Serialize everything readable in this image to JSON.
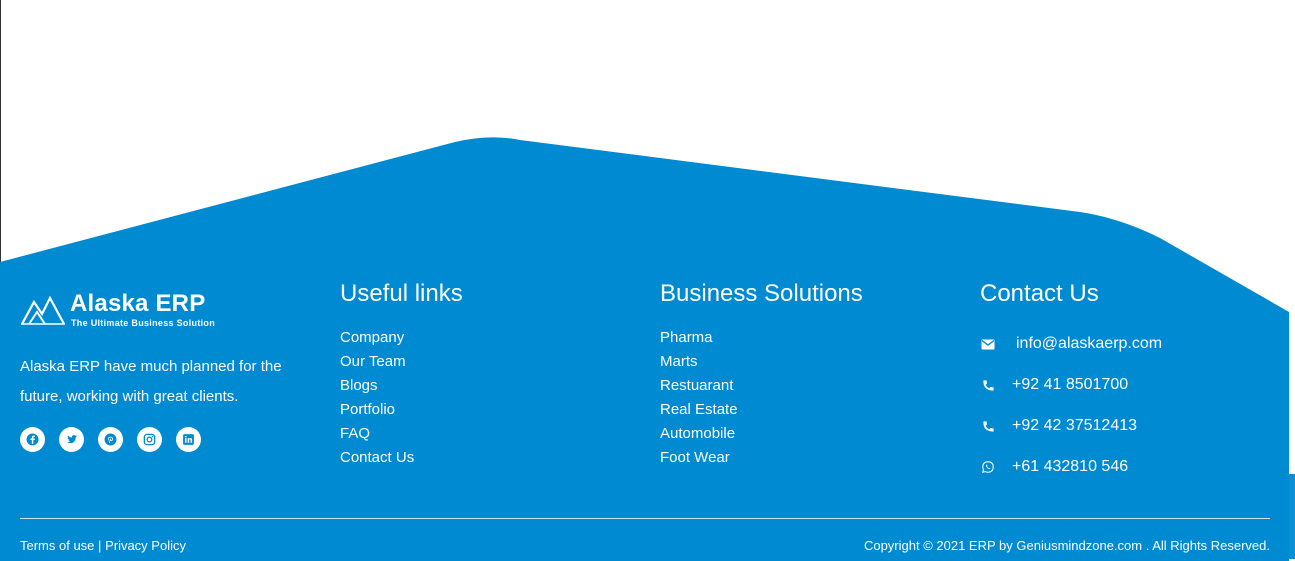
{
  "brand": {
    "name": "Alaska ERP",
    "tagline": "The Ultimate Business Solution",
    "description": "Alaska ERP have much planned for the future, working with great clients."
  },
  "colors": {
    "primary": "#008ad2",
    "text": "#ffffff"
  },
  "social": [
    {
      "icon": "facebook-icon"
    },
    {
      "icon": "twitter-icon"
    },
    {
      "icon": "pinterest-icon"
    },
    {
      "icon": "instagram-icon"
    },
    {
      "icon": "linkedin-icon"
    }
  ],
  "useful_links": {
    "title": "Useful links",
    "items": [
      "Company",
      "Our Team",
      "Blogs",
      "Portfolio",
      "FAQ",
      "Contact Us"
    ]
  },
  "business_solutions": {
    "title": "Business Solutions",
    "items": [
      "Pharma",
      "Marts",
      "Restuarant",
      "Real Estate",
      "Automobile",
      "Foot Wear"
    ]
  },
  "contact": {
    "title": "Contact Us",
    "items": [
      {
        "icon": "email-icon",
        "text": "info@alaskaerp.com"
      },
      {
        "icon": "phone-icon",
        "text": "+92 41 8501700"
      },
      {
        "icon": "phone-icon",
        "text": "+92 42 37512413"
      },
      {
        "icon": "whatsapp-icon",
        "text": "+61 432810 546"
      }
    ]
  },
  "bottom": {
    "terms": "Terms of use",
    "separator": "|",
    "privacy": "Privacy Policy",
    "copyright": "Copyright © 2021 ERP by Geniusmindzone.com . All Rights Reserved."
  }
}
